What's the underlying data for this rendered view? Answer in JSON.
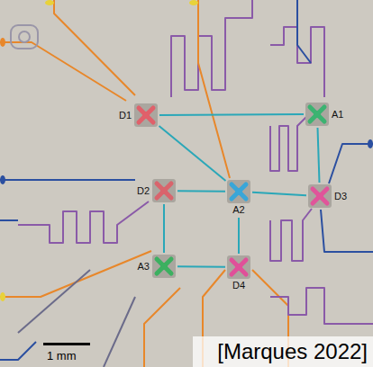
{
  "diagram": {
    "nodes": [
      {
        "text": [
          "D1"
        ]
      },
      {
        "text": [
          "A1"
        ]
      },
      {
        "text": [
          "D2"
        ]
      },
      {
        "text": [
          "A2"
        ]
      },
      {
        "text": [
          "D3"
        ]
      },
      {
        "text": [
          "A3"
        ]
      },
      {
        "text": [
          "D4"
        ]
      }
    ],
    "edges": [
      {
        "from": 3,
        "to": 0,
        "arrow": "none"
      },
      {
        "from": 3,
        "to": 2,
        "arrow": "none"
      },
      {
        "from": 3,
        "to": 4,
        "arrow": "none"
      },
      {
        "from": 3,
        "to": 6,
        "arrow": "none"
      },
      {
        "from": 1,
        "to": 0,
        "arrow": "none"
      },
      {
        "from": 1,
        "to": 4,
        "arrow": "none"
      },
      {
        "from": 5,
        "to": 2,
        "arrow": "none"
      },
      {
        "from": 5,
        "to": 6,
        "arrow": "none"
      }
    ],
    "labels": [
      "1 mm",
      "[Marques 2022]"
    ]
  }
}
